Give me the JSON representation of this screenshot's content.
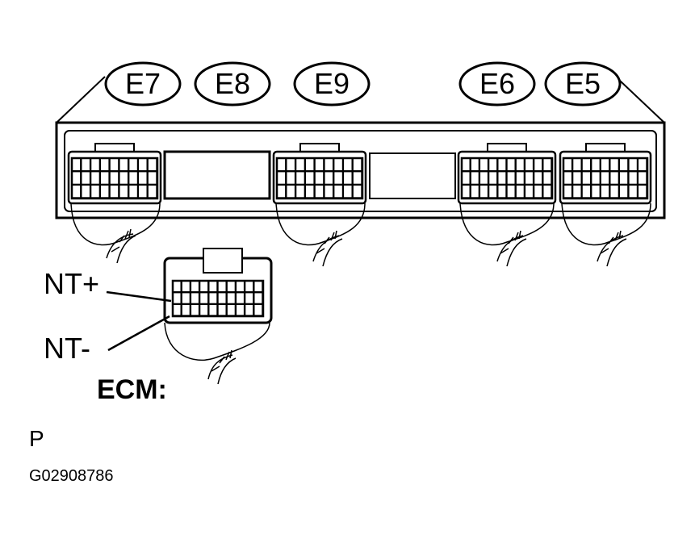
{
  "connectors": {
    "e7": "E7",
    "e8": "E8",
    "e9": "E9",
    "e6": "E6",
    "e5": "E5"
  },
  "pins": {
    "nt_plus": "NT+",
    "nt_minus": "NT-"
  },
  "component_label": "ECM:",
  "marker": "P",
  "figure_id": "G02908786"
}
